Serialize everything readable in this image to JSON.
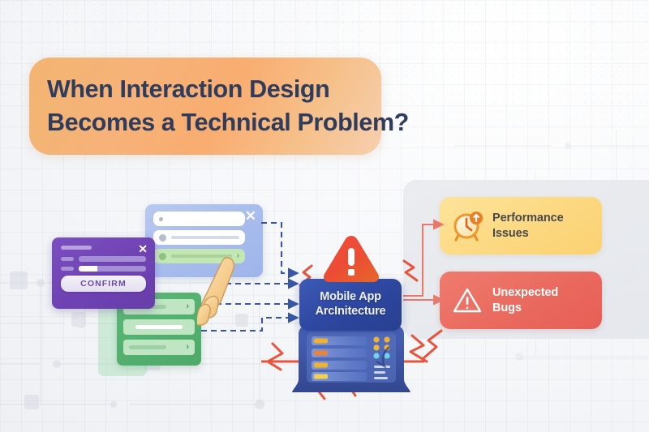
{
  "title": {
    "line1": "When Interaction Design",
    "line2": "Becomes a Technical Problem?"
  },
  "center_node": {
    "line1": "Mobile App",
    "line2": "ArcInitecture",
    "warning_icon": "warning-triangle-icon"
  },
  "results": [
    {
      "id": "performance-issues",
      "line1": "Performance",
      "line2": "Issues",
      "icon": "alarm-clock-icon",
      "bg": "#fcd77f",
      "text_color": "#48484a"
    },
    {
      "id": "unexpected-bugs",
      "line1": "Unexpected",
      "line2": "Bugs",
      "icon": "warning-triangle-outline-icon",
      "bg": "#e9685d",
      "text_color": "#ffffff"
    }
  ],
  "ui_mockups": {
    "purple_modal": {
      "confirm_label": "CONFIRM",
      "close_label": "✕"
    },
    "blue_card": {
      "close_label": "✕",
      "chevron": "›"
    },
    "green_card": {
      "chevron": "›"
    }
  },
  "palette": {
    "banner_start": "#f2b572",
    "banner_end": "#f7cfae",
    "title_text": "#2f3c5c",
    "node_blue": "#2e47a0",
    "arrow_blue": "#3a55a8",
    "arrow_coral": "#e8796c",
    "crack_red": "#e8543c",
    "panel_grey": "#e6e9ee"
  }
}
